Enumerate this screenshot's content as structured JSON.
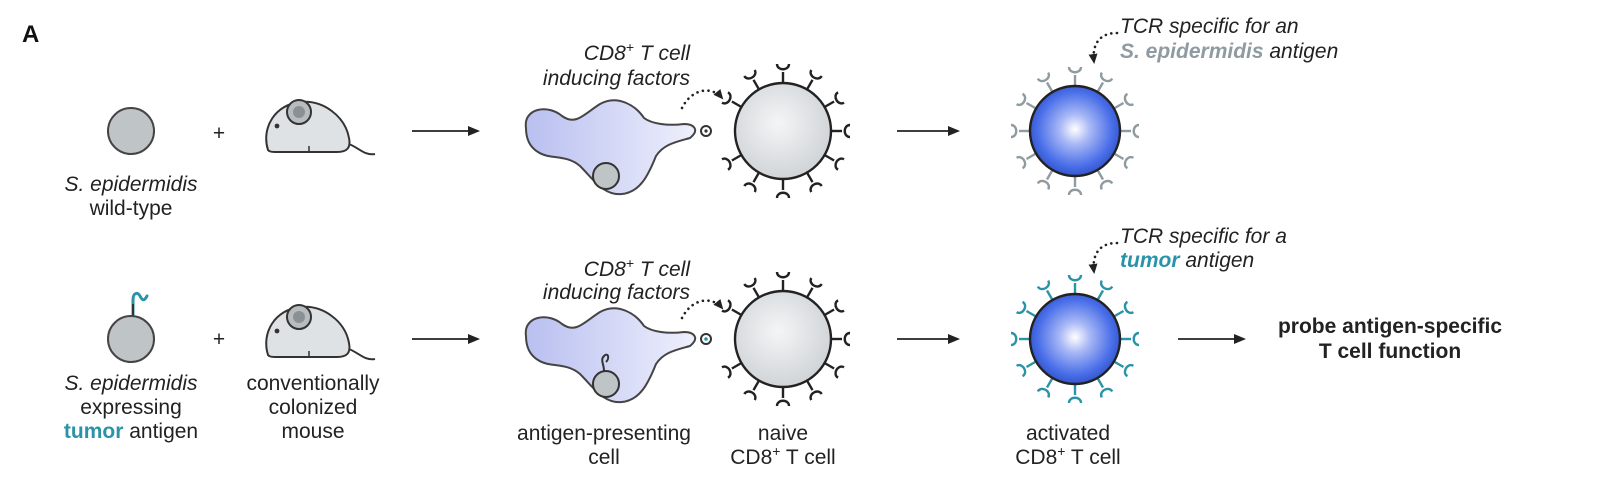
{
  "panel_label": "A",
  "colors": {
    "wildtype_tcr": "#8f9ba1",
    "tumor": "#2a93a8",
    "apc_fill": "#c9cef2",
    "tcell_gray": "#dcdfe1",
    "activated_blue": "#3d67e6",
    "bacterium_gray": "#bfc4c7",
    "mouse_gray": "#dfe2e4"
  },
  "row1": {
    "bacterium_line1": "S. epidermidis",
    "bacterium_line2": "wild-type",
    "plus": "+",
    "factors_line1": "CD8",
    "factors_sup": "+",
    "factors_line1_rest": " T cell",
    "factors_line2": "inducing factors",
    "tcr_line1": "TCR specific for an",
    "tcr_line2_colored": "S. epidermidis",
    "tcr_line2_rest": " antigen"
  },
  "row2": {
    "bacterium_line1": "S. epidermidis",
    "bacterium_line2": "expressing",
    "bacterium_line3_colored": "tumor",
    "bacterium_line3_rest": " antigen",
    "plus": "+",
    "mouse_line1": "conventionally",
    "mouse_line2": "colonized",
    "mouse_line3": "mouse",
    "factors_line1": "CD8",
    "factors_sup": "+",
    "factors_line1_rest": " T cell",
    "factors_line2": "inducing factors",
    "apc_line1": "antigen-presenting",
    "apc_line2": "cell",
    "naive_line1": "naive",
    "naive_line2_a": "CD8",
    "naive_line2_sup": "+",
    "naive_line2_b": " T cell",
    "tcr_line1": "TCR specific for a",
    "tcr_line2_colored": "tumor",
    "tcr_line2_rest": " antigen",
    "activated_line1": "activated",
    "activated_line2_a": "CD8",
    "activated_line2_sup": "+",
    "activated_line2_b": " T cell",
    "outcome_line1": "probe antigen-specific",
    "outcome_line2": "T cell function"
  }
}
